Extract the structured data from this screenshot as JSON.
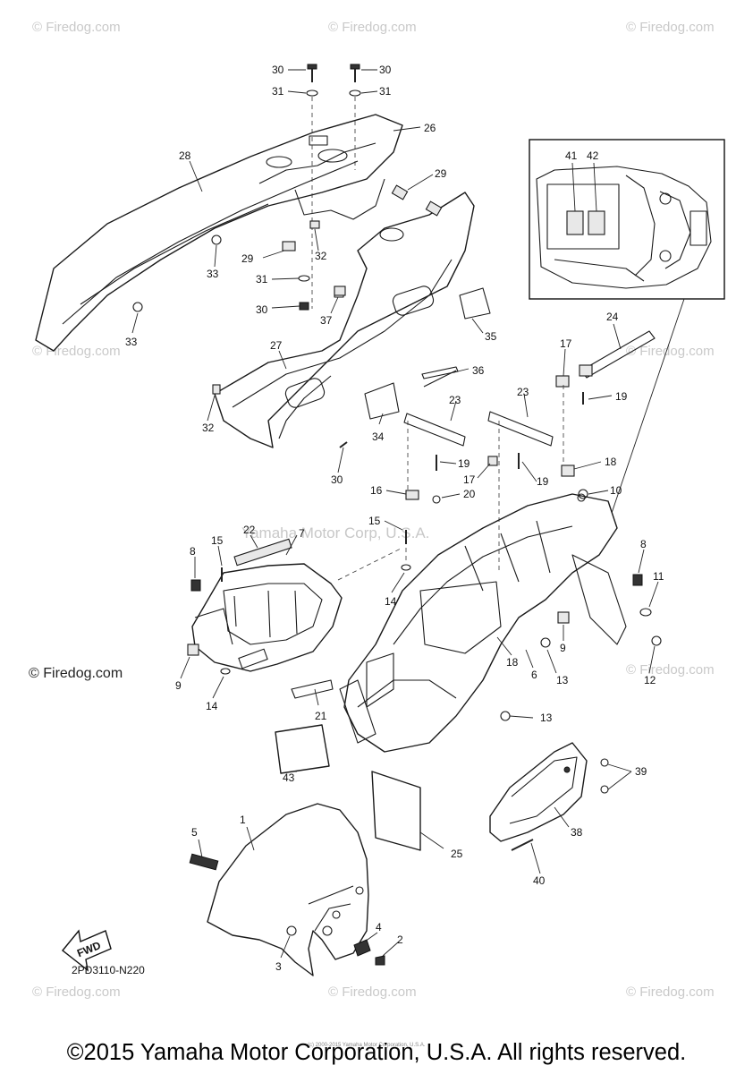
{
  "watermarks": {
    "text": "© Firedog.com"
  },
  "ghost_text": "Yamaha Motor Corp, U.S.A.",
  "tiny_text": "(c) 2000-2015 Yamaha Motor Corporation, U.S.A.",
  "diagram_code": "2PD3110-N220",
  "fwd_label": "FWD",
  "inset_labels": [
    "41",
    "42"
  ],
  "callouts": [
    "30",
    "30",
    "31",
    "31",
    "26",
    "28",
    "29",
    "29",
    "32",
    "33",
    "31",
    "30",
    "37",
    "35",
    "33",
    "27",
    "36",
    "32",
    "34",
    "30",
    "24",
    "17",
    "19",
    "23",
    "23",
    "19",
    "17",
    "18",
    "19",
    "16",
    "20",
    "10",
    "15",
    "22",
    "7",
    "15",
    "8",
    "8",
    "11",
    "14",
    "14",
    "9",
    "9",
    "18",
    "6",
    "13",
    "12",
    "13",
    "21",
    "43",
    "39",
    "25",
    "38",
    "40",
    "1",
    "5",
    "4",
    "2",
    "3"
  ],
  "copyright": "©2015 Yamaha Motor Corporation, U.S.A. All rights reserved."
}
